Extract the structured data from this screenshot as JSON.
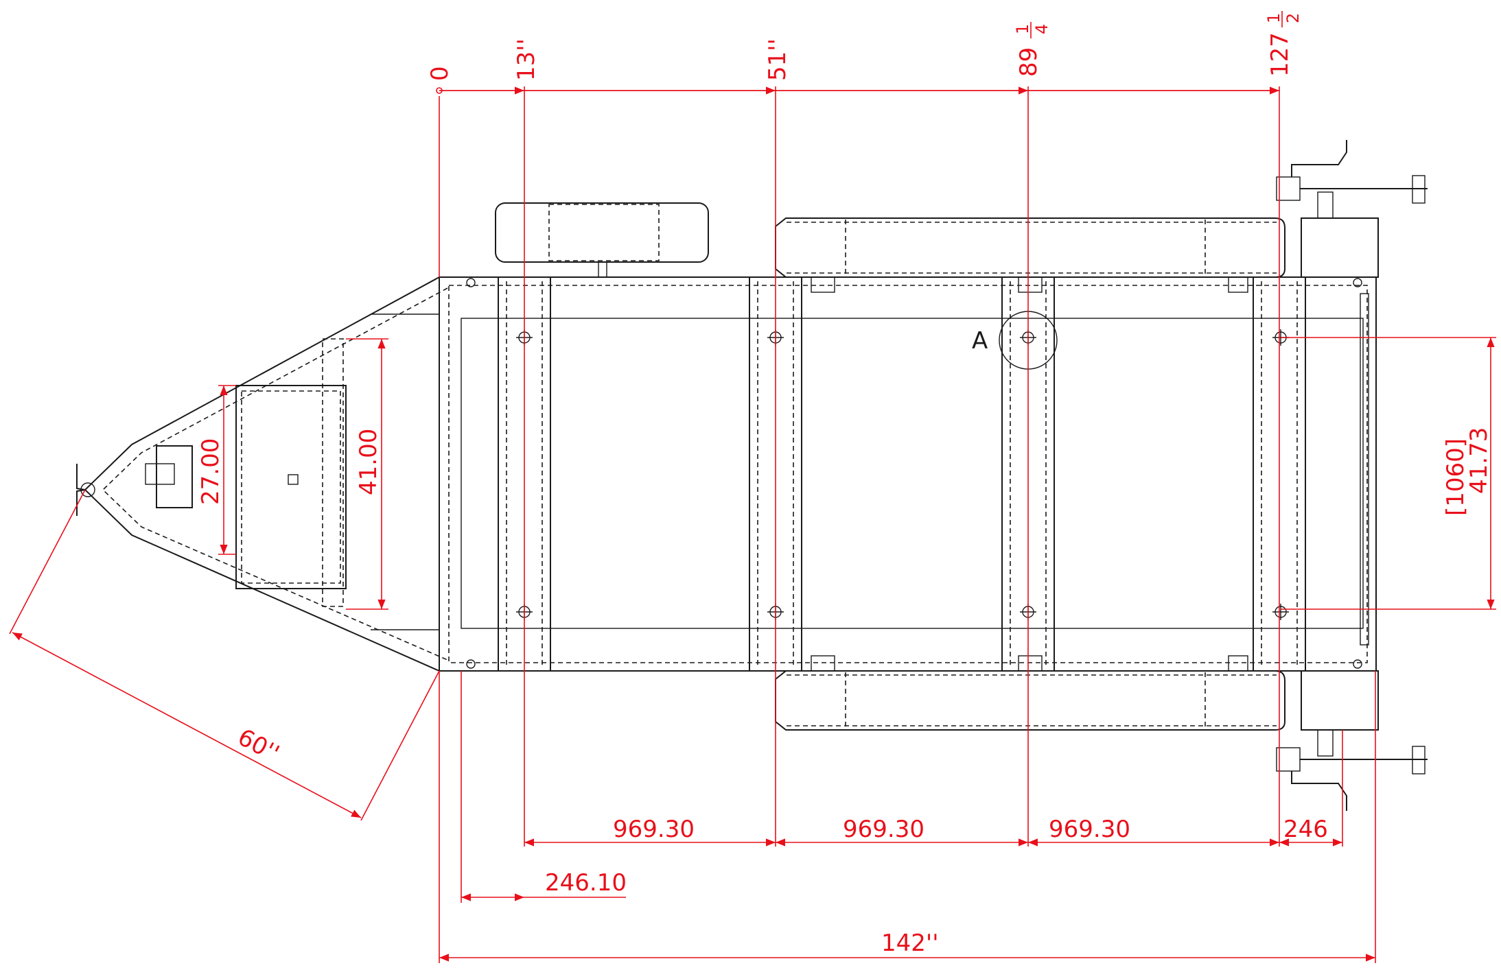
{
  "dimensions": {
    "origin": "0",
    "station_13": "13''",
    "station_51": "51''",
    "station_89_whole": "89",
    "station_89_num": "1",
    "station_89_den": "4",
    "station_127_whole": "127",
    "station_127_num": "1",
    "station_127_den": "2",
    "tongue_length": "60''",
    "overall_length": "142''",
    "spacing_1": "969.30",
    "spacing_2": "969.30",
    "spacing_3": "969.30",
    "rear_offset": "246",
    "front_offset": "246.10",
    "box_width": "27.00",
    "box_length": "41.00",
    "track_mm": "[1060]",
    "track_in": "41.73"
  },
  "callouts": {
    "detail_a": "A"
  },
  "colors": {
    "dimension": "#e8101a",
    "geometry": "#1a1a1a"
  }
}
